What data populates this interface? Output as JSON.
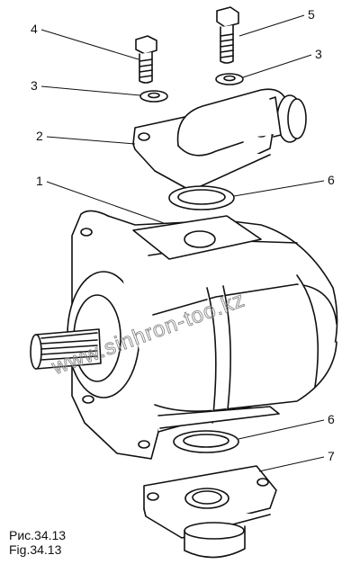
{
  "figure": {
    "caption_ru": "Рис.34.13",
    "caption_en": "Fig.34.13",
    "watermark": "www.sinhron-too.kz"
  },
  "callouts": [
    {
      "id": "c5",
      "label": "5"
    },
    {
      "id": "c4",
      "label": "4"
    },
    {
      "id": "c3a",
      "label": "3"
    },
    {
      "id": "c3b",
      "label": "3"
    },
    {
      "id": "c2",
      "label": "2"
    },
    {
      "id": "c1",
      "label": "1"
    },
    {
      "id": "c6a",
      "label": "6"
    },
    {
      "id": "c6b",
      "label": "6"
    },
    {
      "id": "c7",
      "label": "7"
    }
  ]
}
